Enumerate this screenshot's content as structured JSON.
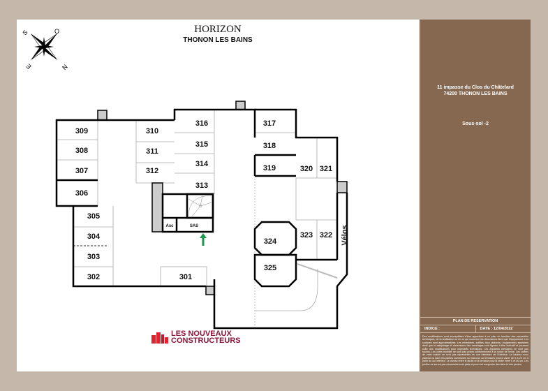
{
  "header": {
    "title": "HORIZON",
    "subtitle": "THONON LES BAINS"
  },
  "compass": {
    "labels": {
      "north": "N",
      "south": "S",
      "east": "E",
      "west": "O"
    }
  },
  "sidebar": {
    "address_line1": "11 impasse du Clos du Châtelard",
    "address_line2": "74200 THONON LES BAINS",
    "level": "Sous-sol -2",
    "reservation_title": "PLAN DE RESERVATION",
    "index_label": "INDICE :",
    "date_label": "DATE : 12/04/2022",
    "disclaimer": "Des modifications sont susceptibles d'être apportées à ce plan en fonction des nécessités techniques, de la réalisation ou en ce qui concerne les dimensions liées que l'équipement. Les surfaces sont approximatives. Les retombées, soffites, faux plafonds, équipements sanitaires ainsi que le calepinage et dimensions des carrelages sont figurés à titre indicatif et pourront subir des modifications pour impératifs techniques. Les appareils ménagers ne sont pas fournis. Les cotes mobilier ne sont pas prises conformément à la notice de vente. Les coffres de volet roulant ne sont pas représentés en vue intérieure de l'intérieur. La hauteur sous plafond ou dans les parties communes sur balcons ou terrasses pourra varier de 5 à 20 cm à partir du sol intérieur. Le niveau entre le jardin et la terrasse pourra varier entre 0 et 60 cm. Les jardins ne seront pas nécessairement plats et pourront comporter des talus et des pentes."
  },
  "plan": {
    "parking": [
      "301",
      "302",
      "303",
      "304",
      "305",
      "306",
      "307",
      "308",
      "309",
      "310",
      "311",
      "312",
      "313",
      "314",
      "315",
      "316",
      "317",
      "318",
      "319",
      "320",
      "321",
      "322",
      "323",
      "324",
      "325"
    ],
    "elevator": "Asc",
    "airlock": "SAS",
    "bikes": "Vélos"
  },
  "colors": {
    "frame": "#c5b8aa",
    "sidebar": "#85684f",
    "entry_arrow": "#1a9a4a",
    "logo": "#8a1538"
  },
  "logo": {
    "line1": "LES NOUVEAUX",
    "line2": "CONSTRUCTEURS"
  }
}
